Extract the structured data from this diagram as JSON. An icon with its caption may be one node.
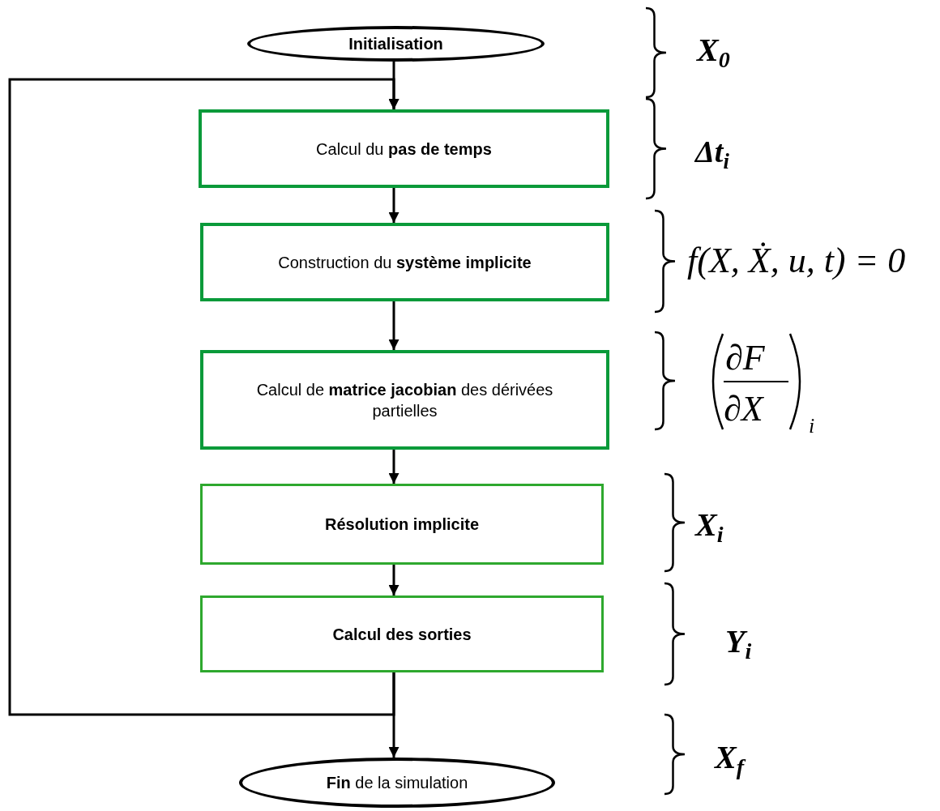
{
  "diagram": {
    "nodes": [
      {
        "text": [
          "Initialisation"
        ]
      },
      {
        "text": [
          "Calcul du **pas de temps**"
        ]
      },
      {
        "text": [
          "Construction du **système implicite**"
        ]
      },
      {
        "text": [
          "Calcul de **matrice jacobian** des dérivées partielles"
        ]
      },
      {
        "text": [
          "Résolution implicite"
        ]
      },
      {
        "text": [
          "Calcul des sorties"
        ]
      },
      {
        "text": [
          "**Fin** de la simulation"
        ]
      }
    ],
    "edges": [
      {
        "from": 0,
        "to": 1,
        "arrow": "to"
      },
      {
        "from": 1,
        "to": 2,
        "arrow": "to"
      },
      {
        "from": 2,
        "to": 3,
        "arrow": "to"
      },
      {
        "from": 3,
        "to": 4,
        "arrow": "to"
      },
      {
        "from": 4,
        "to": 5,
        "arrow": "to"
      },
      {
        "from": 5,
        "to": 6,
        "arrow": "to"
      },
      {
        "from": 5,
        "to": 1,
        "arrow": "to"
      }
    ],
    "labels": [
      "X$_{0}$",
      "Δt$_{i}$",
      "f(X, Ẋ, u, t) = 0",
      "∂F",
      "∂X",
      "i",
      "X$_{i}$",
      "Y$_{i}$",
      "X$_{f}$"
    ]
  }
}
